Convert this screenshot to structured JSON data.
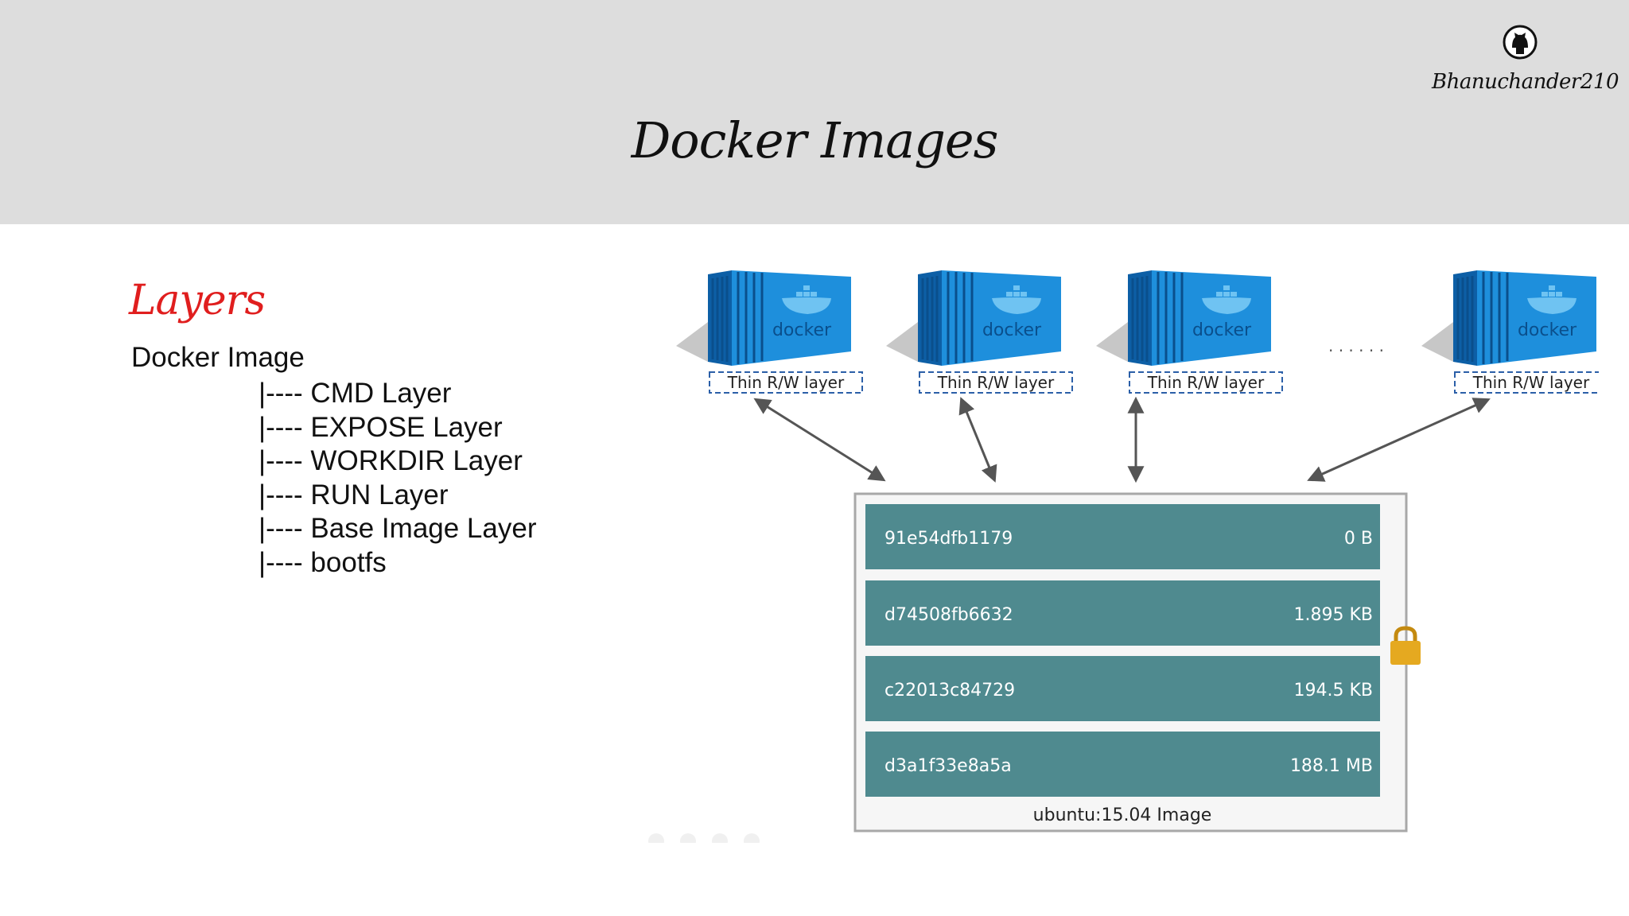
{
  "header": {
    "title": "Docker Images",
    "author": "Bhanuchander210",
    "author_icon": "github-octocat-icon"
  },
  "layers_section": {
    "title": "Layers",
    "root": "Docker Image",
    "items": [
      "|---- CMD Layer",
      "|---- EXPOSE Layer",
      "|---- WORKDIR Layer",
      "|---- RUN Layer",
      "|---- Base Image Layer",
      "|---- bootfs"
    ]
  },
  "diagram": {
    "containers": [
      {
        "logo_text": "docker",
        "caption": "Thin R/W layer"
      },
      {
        "logo_text": "docker",
        "caption": "Thin R/W layer"
      },
      {
        "logo_text": "docker",
        "caption": "Thin R/W layer"
      },
      {
        "logo_text": "docker",
        "caption": "Thin R/W layer"
      }
    ],
    "ellipsis": ". . . . . .",
    "image_layers": [
      {
        "id": "91e54dfb1179",
        "size": "0 B"
      },
      {
        "id": "d74508fb6632",
        "size": "1.895 KB"
      },
      {
        "id": "c22013c84729",
        "size": "194.5 KB"
      },
      {
        "id": "d3a1f33e8a5a",
        "size": "188.1 MB"
      }
    ],
    "image_label": "ubuntu:15.04 Image",
    "lock_icon": "padlock-icon",
    "colors": {
      "layer_fill": "#4f8a8f",
      "container_blue": "#1e8fdc",
      "container_dark": "#0d5fa6",
      "lock": "#e5a920",
      "box_border": "#a8a8a8"
    }
  }
}
